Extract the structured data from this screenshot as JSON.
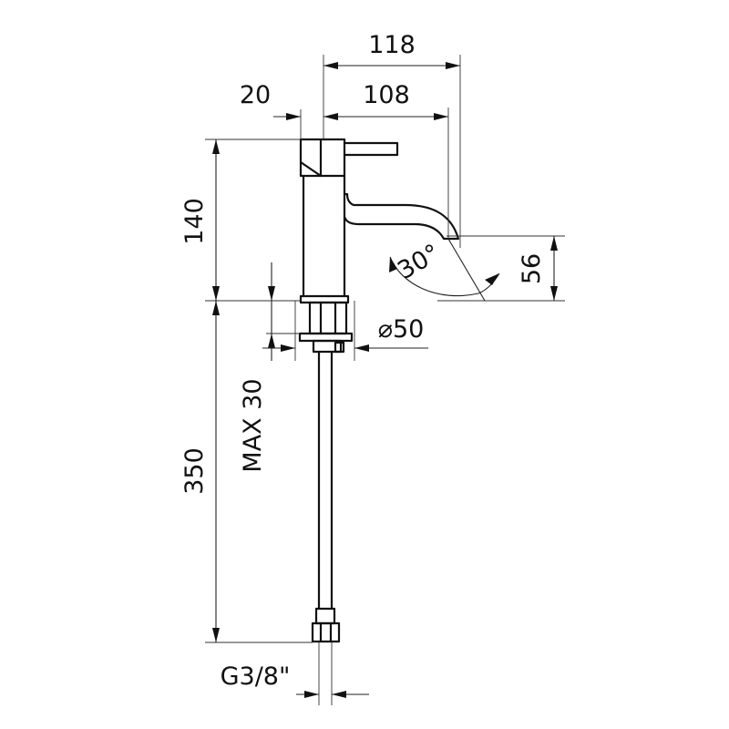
{
  "dimensions": {
    "total_reach": "118",
    "body_offset": "20",
    "spout_reach": "108",
    "body_height": "140",
    "spout_height": "56",
    "spout_angle": "30°",
    "base_diameter": "⌀50",
    "max_deck_thickness": "MAX 30",
    "hose_length": "350",
    "connection_thread": "G3/8\""
  }
}
